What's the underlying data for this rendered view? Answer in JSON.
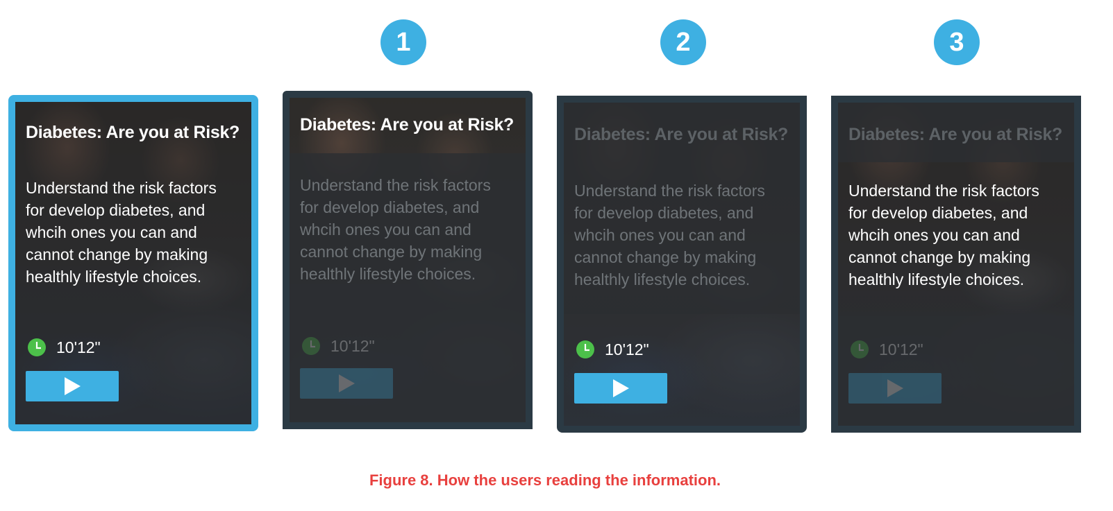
{
  "steps": [
    "1",
    "2",
    "3"
  ],
  "card": {
    "title": "Diabetes: Are you at Risk?",
    "description": "Understand the risk factors for develop diabetes, and whcih ones you can and cannot change by making healthly lifestyle choices.",
    "duration": "10'12\"",
    "play_icon": "play-icon",
    "clock_icon": "clock-icon"
  },
  "caption": "Figure 8. How the users reading the information.",
  "colors": {
    "accent": "#3eb0e2",
    "clock": "#4cc04a",
    "caption": "#e8403e",
    "frame": "#2b3a44"
  }
}
